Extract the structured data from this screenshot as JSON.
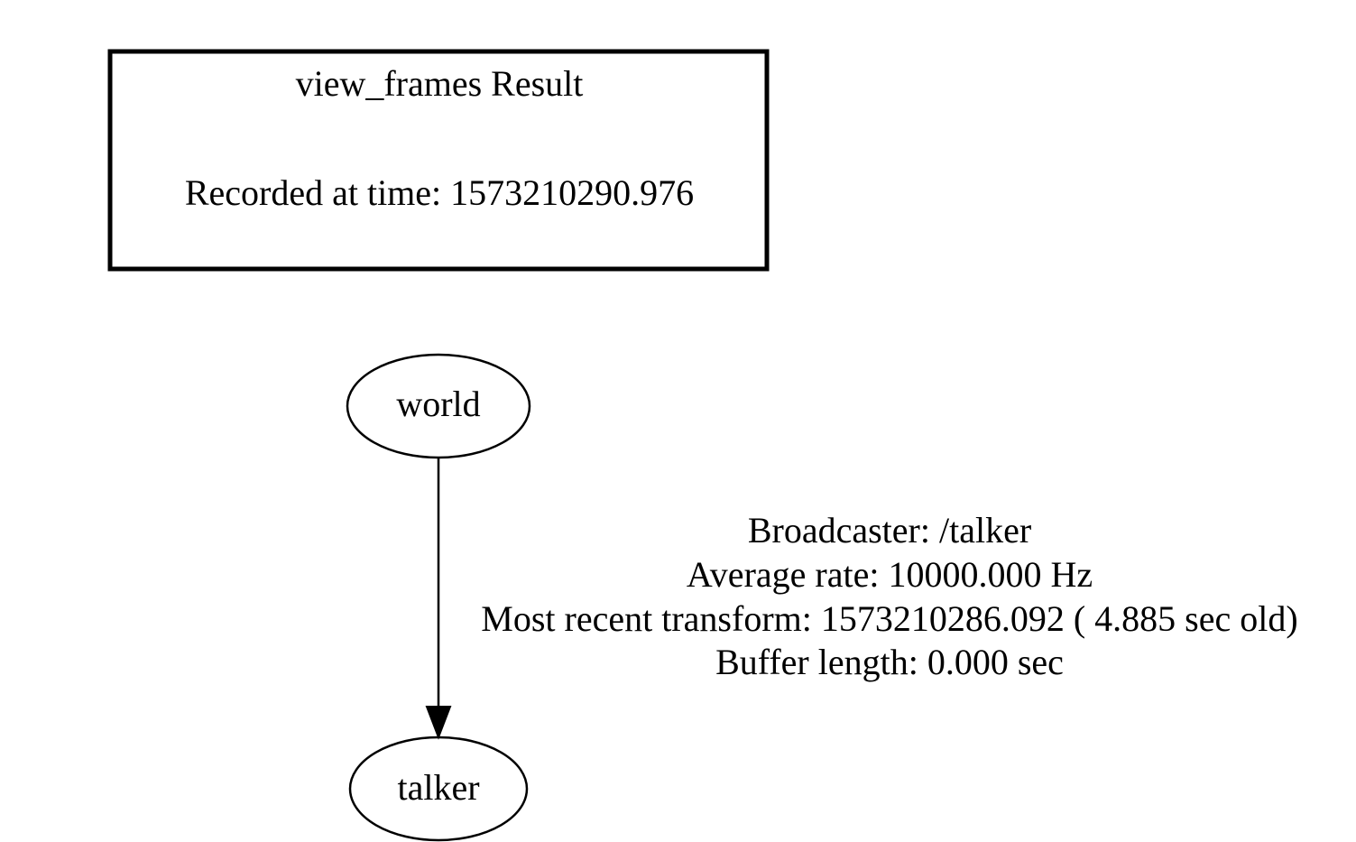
{
  "header_box": {
    "title": "view_frames Result",
    "recorded": "Recorded at time: 1573210290.976"
  },
  "nodes": {
    "world": {
      "label": "world"
    },
    "talker": {
      "label": "talker"
    }
  },
  "edge": {
    "from": "world",
    "to": "talker",
    "labels": {
      "broadcaster": "Broadcaster: /talker",
      "rate": "Average rate: 10000.000 Hz",
      "recent": "Most recent transform: 1573210286.092 ( 4.885 sec old)",
      "buffer": "Buffer length: 0.000 sec"
    }
  }
}
